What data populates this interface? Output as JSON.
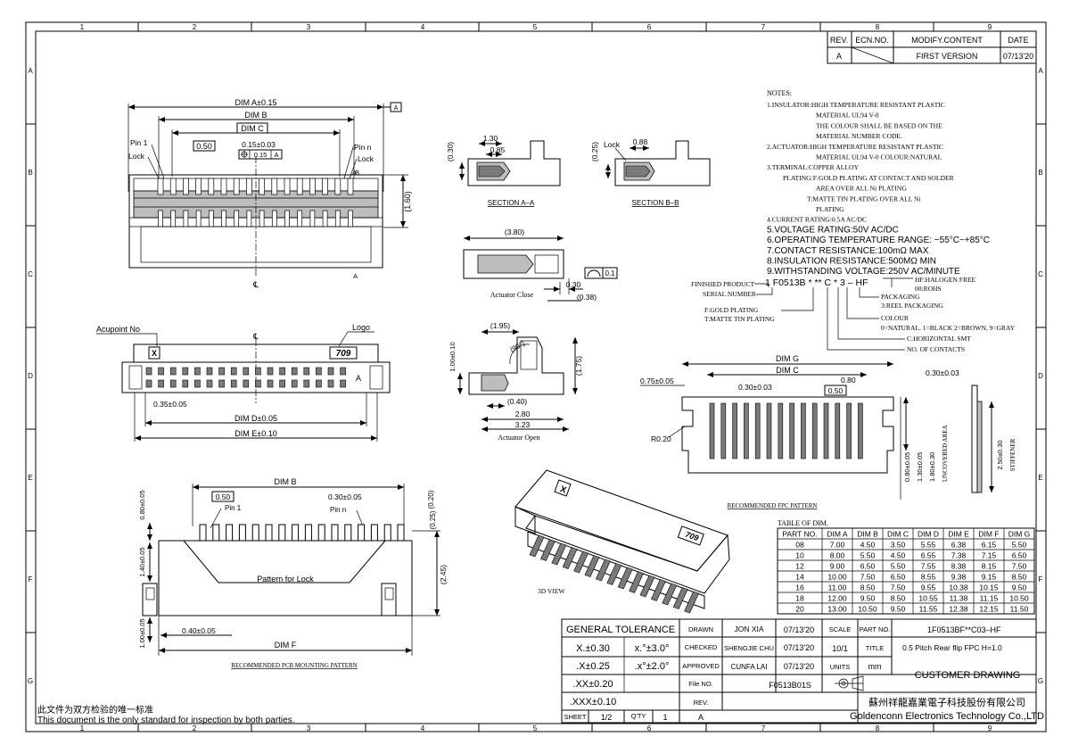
{
  "zone_columns": [
    "1",
    "2",
    "3",
    "4",
    "5",
    "6",
    "7",
    "8",
    "9"
  ],
  "zone_rows": [
    "A",
    "B",
    "C",
    "D",
    "E",
    "F",
    "G"
  ],
  "revision": {
    "headers": [
      "REV.",
      "ECN.NO.",
      "MODIFY.CONTENT",
      "DATE"
    ],
    "row": [
      "A",
      "",
      "FIRST VERSION",
      "07/13'20"
    ]
  },
  "notes": {
    "title": "NOTES:",
    "lines": [
      "1.INSULATOR:HIGH TEMPERATURE RESISTANT PLASTIC",
      "MATERIAL UL94 V-0",
      "THE COLOUR SHALL BE BASED ON THE",
      "MATERIAL NUMBER CODE.",
      "2.ACTUATOR:HIGH TEMPERATURE RESISTANT PLASTIC",
      "MATERIAL UL94 V-0   COLOUR:NATURAL",
      "3.TERMINAL:COPPER ALLOY",
      "PLATING:F:GOLD PLATING AT CONTACT AND SOLDER",
      "AREA OVER ALL Ni PLATING",
      "T:MATTE TIN PLATING OVER ALL Ni",
      "PLATING",
      "4.CURRENT RATING:0.5A AC/DC",
      "5.VOLTAGE RATING:50V AC/DC",
      "6.OPERATING TEMPERATURE RANGE: −55°C~+85°C",
      "7.CONTACT RESISTANCE:100mΩ MAX",
      "8.INSULATION RESISTANCE:500MΩ MIN",
      "9.WITHSTANDING VOLTAGE:250V AC/MINUTE"
    ]
  },
  "part_code": {
    "code": "1  F0513B  *  **  C  *  3  –  HF",
    "finished_product": "FINISHED PRODUCT",
    "serial_number": "SERIAL NUMBER",
    "plating": [
      "F:GOLD PLATING",
      "T:MATTE TIN PLATING"
    ],
    "hf": [
      "HF:HALOGEN FREE",
      "00:ROHS"
    ],
    "packaging": [
      "PACKAGING",
      "3:REEL PACKAGING"
    ],
    "colour": [
      "COLOUR",
      "0=NATURAL, 1=BLACK 2=BROWN, 9=GRAY"
    ],
    "smt": "C:HORIZONTAL SMT",
    "contacts": "NO. OF CONTACTS"
  },
  "top_view": {
    "dim_a": "DIM A±0.15",
    "dim_b": "DIM B",
    "dim_c": "DIM C",
    "pitch": "0.15±0.03",
    "tol": "0.15",
    "ref_a": "A",
    "box_050": "0.50",
    "pin1": "Pin 1",
    "pinn": "Pin n",
    "lock_l": "Lock",
    "lock_r": "Lock",
    "height": "(1.60)",
    "sec_a": "A",
    "sec_b": "B",
    "centerline": "℄"
  },
  "front_view": {
    "acupoint": "Acupoint No",
    "logo": "Logo",
    "x_mark": "X",
    "logo_text": "709",
    "a_mark": "A",
    "pitch": "0.35±0.05",
    "dim_d": "DIM D±0.05",
    "dim_e": "DIM E±0.10",
    "centerline": "℄"
  },
  "section_aa": {
    "label": "SECTION A–A",
    "d1": "1.30",
    "d2": "0.85",
    "h": "(0.30)"
  },
  "section_bb": {
    "label": "SECTION B–B",
    "lock": "Lock",
    "d1": "0.88",
    "h": "(0.25)"
  },
  "actuator_close": {
    "label": "Actuator Close",
    "w": "(3.80)",
    "flat": "0.1",
    "d1": "0.30",
    "d2": "(0.38)"
  },
  "actuator_open": {
    "label": "Actuator Open",
    "d1": "(1.95)",
    "angle": "(90°)",
    "h1": "1.00±0.10",
    "h2": "(1.75)",
    "d2": "(0.40)",
    "d3": "2.80",
    "d4": "3.23"
  },
  "fpc": {
    "label": "RECOMMENDED FPC PATTERN",
    "dim_g": "DIM G",
    "dim_c": "DIM C",
    "d075": "0.75±0.05",
    "d080": "0.80",
    "pitch": "0.30±0.03",
    "box_050": "0.50",
    "r": "R0.20",
    "thk": "0.30±0.03",
    "stiff": "2.50±0.30",
    "stiffener": "STIFFENER",
    "v1": "0.80±0.05",
    "v2": "1.30±0.05",
    "v3": "1.80±0.30",
    "uncovered": "UNCOVERED AREA"
  },
  "pcb": {
    "label": "RECOMMENDED PCB MOUNTING PATTERN",
    "dim_b": "DIM B",
    "box_050": "0.50",
    "pitch": "0.30±0.05",
    "pin1": "Pin 1",
    "pinn": "Pin n",
    "lock": "Pattern for Lock",
    "dim_f": "DIM F",
    "d040": "0.40±0.05",
    "v080": "0.80±0.05",
    "v140": "1.40±0.05",
    "v100": "1.00±0.05",
    "r020": "(0.20)",
    "r025": "(0.25)",
    "r245": "(2.45)"
  },
  "view_3d": {
    "label": "3D VIEW",
    "x_mark": "X",
    "logo": "709"
  },
  "dim_table": {
    "title": "TABLE OF DIM.",
    "headers": [
      "PART NO.",
      "DIM A",
      "DIM B",
      "DIM C",
      "DIM D",
      "DIM E",
      "DIM F",
      "DIM G"
    ],
    "rows": [
      [
        "08",
        "7.00",
        "4.50",
        "3.50",
        "5.55",
        "6.38",
        "6.15",
        "5.50"
      ],
      [
        "10",
        "8.00",
        "5.50",
        "4.50",
        "6.55",
        "7.38",
        "7.15",
        "6.50"
      ],
      [
        "12",
        "9.00",
        "6.50",
        "5.50",
        "7.55",
        "8.38",
        "8.15",
        "7.50"
      ],
      [
        "14",
        "10.00",
        "7.50",
        "6.50",
        "8.55",
        "9.38",
        "9.15",
        "8.50"
      ],
      [
        "16",
        "11.00",
        "8.50",
        "7.50",
        "9.55",
        "10.38",
        "10.15",
        "9.50"
      ],
      [
        "18",
        "12.00",
        "9.50",
        "8.50",
        "10.55",
        "11.38",
        "11.15",
        "10.50"
      ],
      [
        "20",
        "13.00",
        "10.50",
        "9.50",
        "11.55",
        "12.38",
        "12.15",
        "11.50"
      ]
    ]
  },
  "title_block": {
    "general_tolerance": "GENERAL TOLERANCE",
    "tol1": "X.±0.30",
    "tol2": ".X±0.25",
    "tol3": ".XX±0.20",
    "tol4": ".XXX±0.10",
    "ang1": "x.°±3.0°",
    "ang2": ".x°±2.0°",
    "drawn": "DRAWN",
    "drawn_by": "JON XIA",
    "drawn_date": "07/13'20",
    "checked": "CHECKED",
    "checked_by": "SHENGJIE CHU",
    "checked_date": "07/13'20",
    "approved": "APPROVED",
    "approved_by": "CUNFA LAI",
    "approved_date": "07/13'20",
    "scale_label": "SCALE",
    "scale": "10/1",
    "units_label": "UNITS",
    "units": "mm",
    "part_no_label": "PART NO.",
    "part_no": "1F0513BF**C03–HF",
    "title_label": "TITLE",
    "title": "0.5 Pitch Rear flip FPC H=1.0",
    "customer": "CUSTOMER DRAWING",
    "file_label": "File NO.",
    "file_no": "F0513B01S",
    "rev_label": "REV.",
    "rev": "A",
    "sheet_label": "SHEET",
    "sheet": "1/2",
    "qty_label": "Q'TY",
    "qty": "1",
    "company_cn": "蘇州祥龍嘉業電子科技股份有限公司",
    "company_en": "Goldenconn Electronics Technology Co.,LTD"
  },
  "footer": {
    "cn": "此文件为双方检验的唯一标准",
    "en": "This document is the only standard for inspection by both parties."
  }
}
